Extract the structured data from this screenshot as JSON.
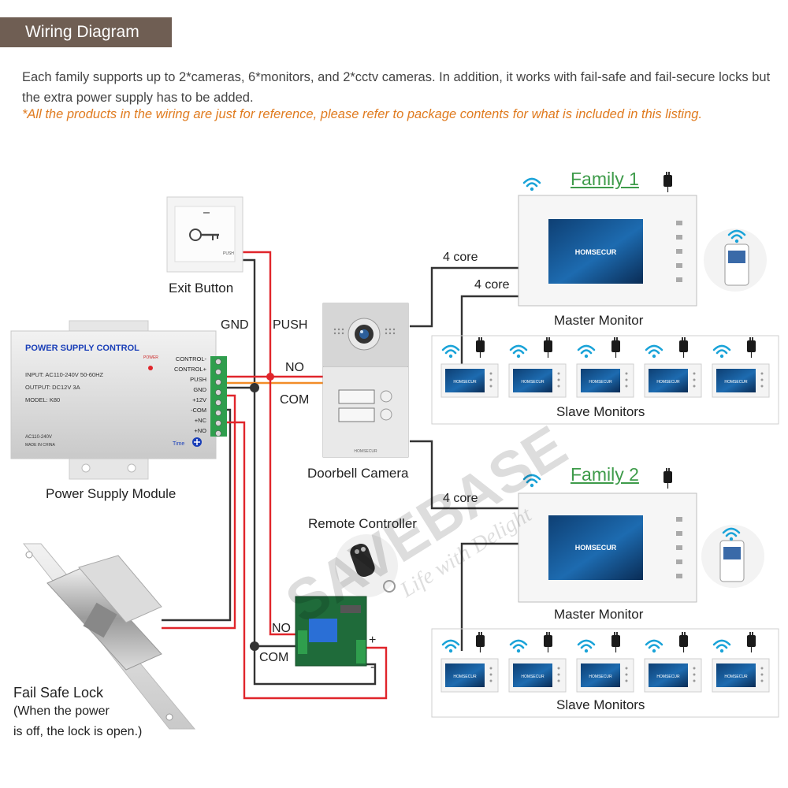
{
  "header": {
    "title": "Wiring Diagram"
  },
  "intro": {
    "text": "Each family supports up to 2*cameras, 6*monitors, and 2*cctv cameras. In addition, it works with fail-safe and fail-secure locks but the extra power supply has to be added.",
    "note": "*All the products in the wiring are just for reference, please refer to package contents for what is included in this listing."
  },
  "labels": {
    "exit_button": "Exit Button",
    "gnd": "GND",
    "push": "PUSH",
    "no_top": "NO",
    "com_top": "COM",
    "power_supply_module": "Power Supply Module",
    "doorbell_camera": "Doorbell Camera",
    "remote_controller": "Remote Controller",
    "no_relay": "NO",
    "com_relay": "COM",
    "plus": "+",
    "minus": "-",
    "fail_safe_lock": "Fail Safe Lock",
    "lock_note_1": "(When the power",
    "lock_note_2": "is off, the lock is open.)",
    "core_1": "4 core",
    "core_2": "4 core",
    "core_3": "4 core"
  },
  "family1": {
    "title": "Family 1",
    "master": "Master Monitor",
    "slaves": "Slave Monitors"
  },
  "family2": {
    "title": "Family 2",
    "master": "Master Monitor",
    "slaves": "Slave Monitors"
  },
  "device_text": {
    "psu_title": "POWER SUPPLY CONTROL",
    "psu_power": "POWER",
    "psu_input": "INPUT: AC110-240V 50-60HZ",
    "psu_output": "OUTPUT: DC12V  3A",
    "psu_model": "MODEL: K80",
    "psu_ac": "AC110-240V",
    "psu_made": "MADE IN CHINA",
    "psu_time": "Time",
    "term_1": "CONTROL-",
    "term_2": "CONTROL+",
    "term_3": "PUSH",
    "term_4": "GND",
    "term_5": "+12V",
    "term_6": "-COM",
    "term_7": "+NC",
    "term_8": "+NO",
    "exit_push": "PUSH",
    "brand": "HOMSECUR",
    "watermark": "SAVEBASE",
    "watermark_sub": "Life with Delight"
  },
  "colors": {
    "header_bg": "#6f5e53",
    "note": "#e07b1f",
    "family": "#3e9b4a",
    "wire_red": "#e0252b",
    "wire_orange": "#f28c28",
    "wire_dark": "#333333",
    "wifi": "#1aa3d8"
  }
}
